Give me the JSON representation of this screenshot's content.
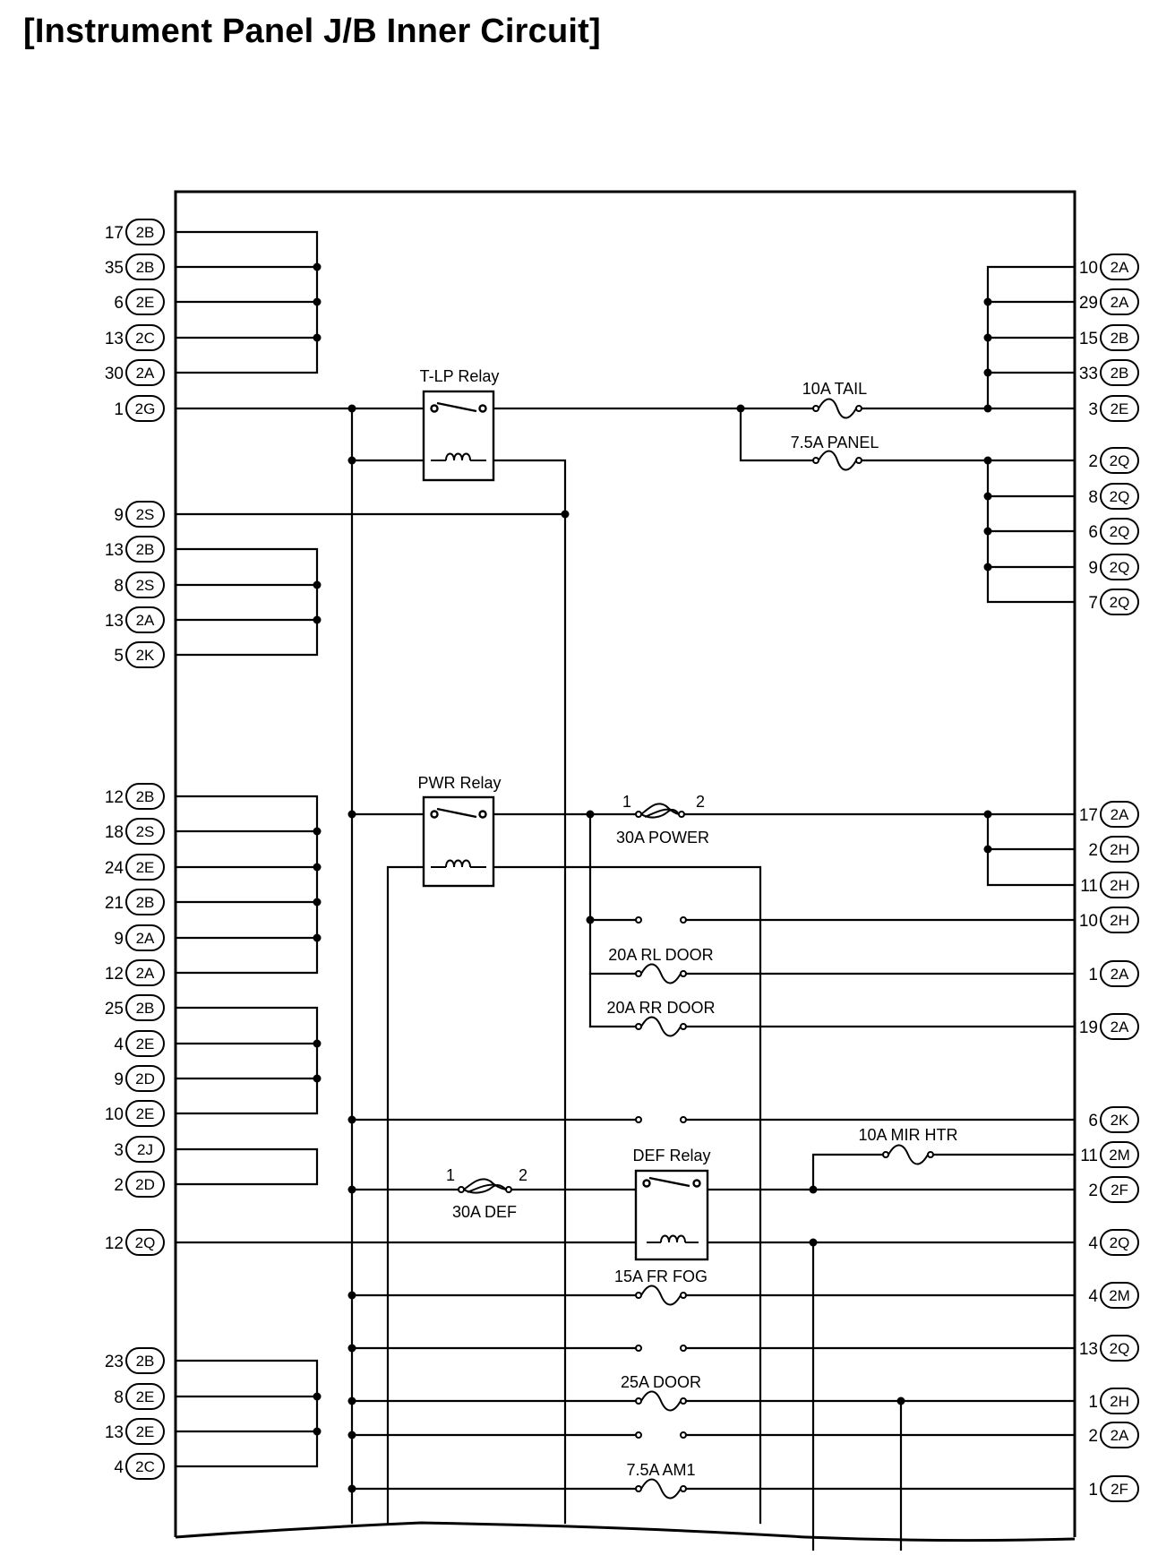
{
  "title": "[Instrument Panel J/B Inner Circuit]",
  "left_terminals": [
    {
      "num": "17",
      "conn": "2B"
    },
    {
      "num": "35",
      "conn": "2B"
    },
    {
      "num": "6",
      "conn": "2E"
    },
    {
      "num": "13",
      "conn": "2C"
    },
    {
      "num": "30",
      "conn": "2A"
    },
    {
      "num": "1",
      "conn": "2G"
    },
    {
      "num": "9",
      "conn": "2S"
    },
    {
      "num": "13",
      "conn": "2B"
    },
    {
      "num": "8",
      "conn": "2S"
    },
    {
      "num": "13",
      "conn": "2A"
    },
    {
      "num": "5",
      "conn": "2K"
    },
    {
      "num": "12",
      "conn": "2B"
    },
    {
      "num": "18",
      "conn": "2S"
    },
    {
      "num": "24",
      "conn": "2E"
    },
    {
      "num": "21",
      "conn": "2B"
    },
    {
      "num": "9",
      "conn": "2A"
    },
    {
      "num": "12",
      "conn": "2A"
    },
    {
      "num": "25",
      "conn": "2B"
    },
    {
      "num": "4",
      "conn": "2E"
    },
    {
      "num": "9",
      "conn": "2D"
    },
    {
      "num": "10",
      "conn": "2E"
    },
    {
      "num": "3",
      "conn": "2J"
    },
    {
      "num": "2",
      "conn": "2D"
    },
    {
      "num": "12",
      "conn": "2Q"
    },
    {
      "num": "23",
      "conn": "2B"
    },
    {
      "num": "8",
      "conn": "2E"
    },
    {
      "num": "13",
      "conn": "2E"
    },
    {
      "num": "4",
      "conn": "2C"
    }
  ],
  "right_terminals": [
    {
      "num": "10",
      "conn": "2A"
    },
    {
      "num": "29",
      "conn": "2A"
    },
    {
      "num": "15",
      "conn": "2B"
    },
    {
      "num": "33",
      "conn": "2B"
    },
    {
      "num": "3",
      "conn": "2E"
    },
    {
      "num": "2",
      "conn": "2Q"
    },
    {
      "num": "8",
      "conn": "2Q"
    },
    {
      "num": "6",
      "conn": "2Q"
    },
    {
      "num": "9",
      "conn": "2Q"
    },
    {
      "num": "7",
      "conn": "2Q"
    },
    {
      "num": "17",
      "conn": "2A"
    },
    {
      "num": "2",
      "conn": "2H"
    },
    {
      "num": "11",
      "conn": "2H"
    },
    {
      "num": "10",
      "conn": "2H"
    },
    {
      "num": "1",
      "conn": "2A"
    },
    {
      "num": "19",
      "conn": "2A"
    },
    {
      "num": "6",
      "conn": "2K"
    },
    {
      "num": "11",
      "conn": "2M"
    },
    {
      "num": "2",
      "conn": "2F"
    },
    {
      "num": "4",
      "conn": "2Q"
    },
    {
      "num": "4",
      "conn": "2M"
    },
    {
      "num": "13",
      "conn": "2Q"
    },
    {
      "num": "1",
      "conn": "2H"
    },
    {
      "num": "2",
      "conn": "2A"
    },
    {
      "num": "1",
      "conn": "2F"
    }
  ],
  "relays": {
    "tlp": "T-LP Relay",
    "pwr": "PWR Relay",
    "def": "DEF Relay"
  },
  "fuses": {
    "tail": "10A TAIL",
    "panel": "7.5A PANEL",
    "power": "30A POWER",
    "rl_door": "20A RL DOOR",
    "rr_door": "20A RR DOOR",
    "mir_htr": "10A MIR HTR",
    "def": "30A DEF",
    "fr_fog": "15A FR FOG",
    "door": "25A DOOR",
    "am1": "7.5A AM1"
  },
  "fusible_link_pins": {
    "in": "1",
    "out": "2"
  }
}
